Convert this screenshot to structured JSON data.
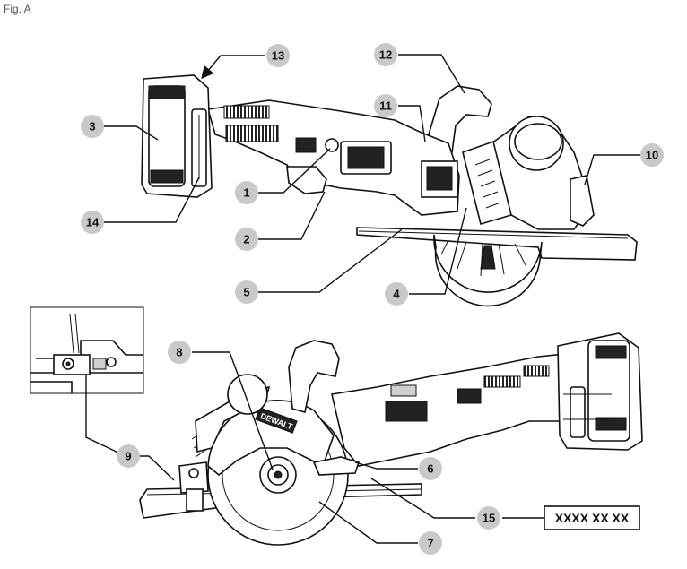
{
  "figure_label": "Fig. A",
  "brand_text": "DEWALT",
  "code_box": "XXXX XX XX",
  "callouts": {
    "c1": "1",
    "c2": "2",
    "c3": "3",
    "c4": "4",
    "c5": "5",
    "c6": "6",
    "c7": "7",
    "c8": "8",
    "c9": "9",
    "c10": "10",
    "c11": "11",
    "c12": "12",
    "c13": "13",
    "c14": "14",
    "c15": "15"
  }
}
